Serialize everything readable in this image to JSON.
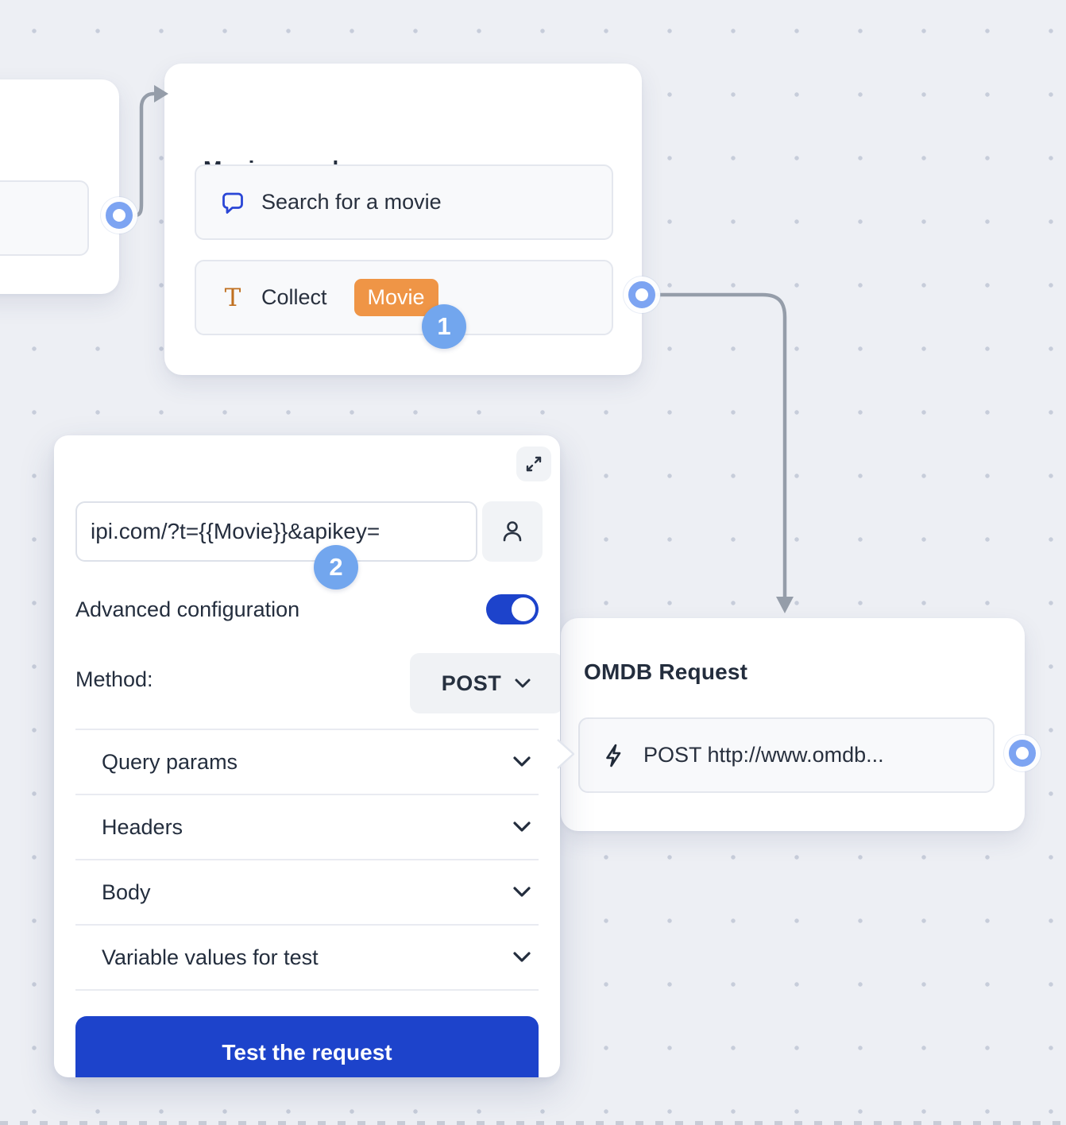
{
  "canvas": {
    "background_color": "#edeff4",
    "dot_color": "#c7cdda"
  },
  "colors": {
    "accent_blue": "#1d43cb",
    "badge_blue": "#72a6ee",
    "variable_orange": "#ef9546",
    "port_blue": "#7da4f2",
    "connector_gray": "#959da9",
    "text_navy": "#242e3e"
  },
  "icons": {
    "chat": "chat-bubble-icon",
    "text": "text-T-icon",
    "lightning": "lightning-icon",
    "expand": "expand-icon",
    "person": "person-icon",
    "chevron_down": "chevron-down-icon"
  },
  "nodes": {
    "movie_search": {
      "title": "Movie search",
      "items": [
        {
          "icon": "chat-bubble-icon",
          "label": "Search for a movie"
        },
        {
          "icon": "text-T-icon",
          "label": "Collect",
          "variable_badge": "Movie"
        }
      ]
    },
    "omdb_request": {
      "title": "OMDB Request",
      "items": [
        {
          "icon": "lightning-icon",
          "label": "POST http://www.omdb..."
        }
      ]
    }
  },
  "panel": {
    "url_input": {
      "value": "ipi.com/?t={{Movie}}&apikey="
    },
    "advanced_configuration_label": "Advanced configuration",
    "advanced_configuration_state": "on",
    "method_label": "Method:",
    "method_value": "POST",
    "sections": [
      {
        "label": "Query params"
      },
      {
        "label": "Headers"
      },
      {
        "label": "Body"
      },
      {
        "label": "Variable values for test"
      }
    ],
    "test_button_label": "Test the request"
  },
  "step_badges": [
    {
      "value": "1"
    },
    {
      "value": "2"
    }
  ]
}
